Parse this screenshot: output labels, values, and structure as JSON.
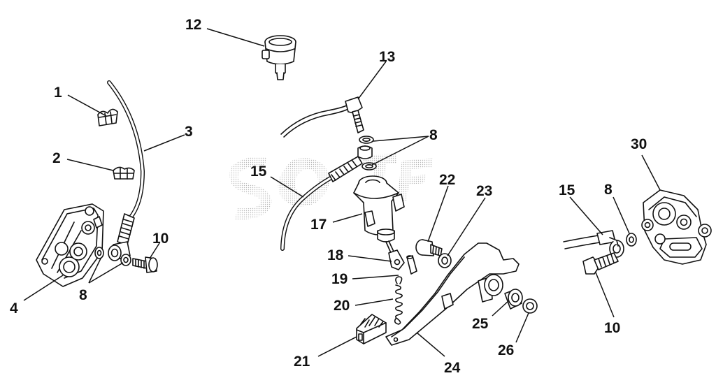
{
  "callouts": {
    "c1": "1",
    "c2": "2",
    "c3": "3",
    "c4": "4",
    "c8a": "8",
    "c8b": "8",
    "c8c": "8",
    "c10a": "10",
    "c10b": "10",
    "c12": "12",
    "c13": "13",
    "c15a": "15",
    "c15b": "15",
    "c17": "17",
    "c18": "18",
    "c19": "19",
    "c20": "20",
    "c21": "21",
    "c22": "22",
    "c23": "23",
    "c24": "24",
    "c25": "25",
    "c26": "26",
    "c30": "30"
  },
  "colors": {
    "ink": "#111111",
    "paper": "#ffffff",
    "shade": "#d9d9d9"
  }
}
